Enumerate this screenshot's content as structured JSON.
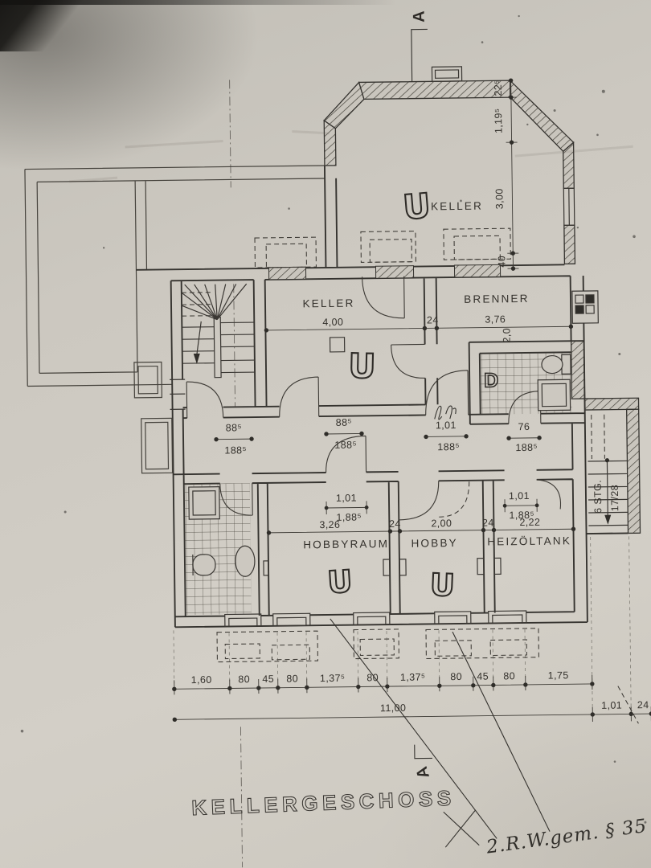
{
  "colors": {
    "paper": "#ccc8c0",
    "ink": "#35332f"
  },
  "title": "KELLERGESCHOSS",
  "handwritten_note": "2.R.W.gem. § 35",
  "section_marker": {
    "top": "A",
    "bottom": "A"
  },
  "stair_note": {
    "steps": "6 STG.",
    "rise_run": "17/28"
  },
  "marks": {
    "utility": "U",
    "shower": "D"
  },
  "rooms": {
    "keller_bay": {
      "label": "KELLER"
    },
    "keller": {
      "label": "KELLER",
      "width": "4,00"
    },
    "brenner": {
      "label": "BRENNER",
      "width": "3,76",
      "depth": "2,0"
    },
    "hobbyraum": {
      "label": "HOBBYRAUM",
      "width": "3,26"
    },
    "hobby": {
      "label": "HOBBY",
      "width": "2,00"
    },
    "heizoeltank": {
      "label": "HEIZÖLTANK",
      "width": "2,22"
    }
  },
  "dims": {
    "wall_24": "24",
    "wall_top": "22⁵",
    "bay_offset": "1,19⁵",
    "bay_depth": "3,00",
    "ledge": "40",
    "door_width": "88⁵",
    "door_height": "188⁵",
    "door_width_101": "1,01",
    "door_width_76": "76",
    "room_door_width": "1,01",
    "room_door_height": "1,88⁵"
  },
  "bottom_dimensions": {
    "segments": [
      "1,60",
      "80",
      "45",
      "80",
      "1,37⁵",
      "80",
      "1,37⁵",
      "80",
      "45",
      "80",
      "1,75"
    ],
    "total": "11,00",
    "right_segment_1": "1,01",
    "right_segment_2": "24"
  }
}
